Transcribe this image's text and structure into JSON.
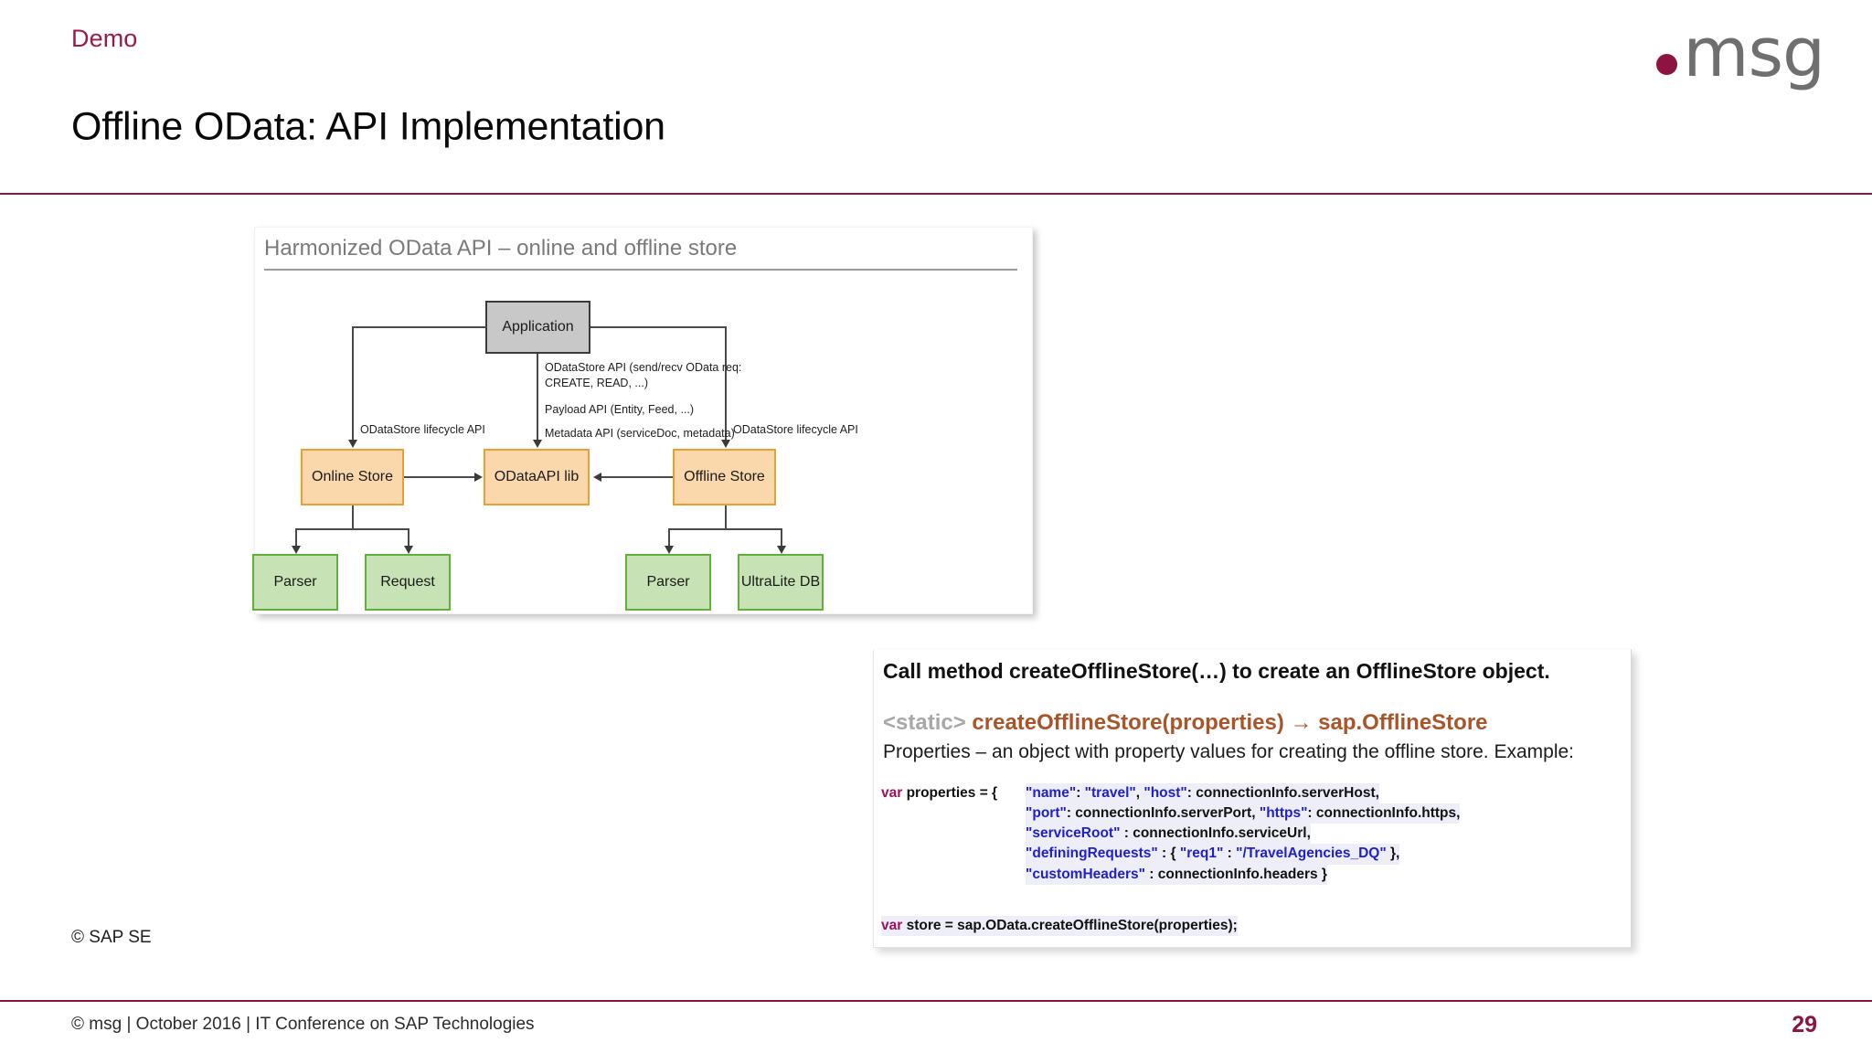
{
  "header": {
    "eyebrow": "Demo",
    "title": "Offline OData: API Implementation",
    "logo_wordmark": "msg",
    "accent_color": "#8d1340"
  },
  "diagram": {
    "title": "Harmonized OData API – online and offline store",
    "nodes": {
      "application": "Application",
      "online_store": "Online Store",
      "odata_api_lib": "ODataAPI lib",
      "offline_store": "Offline Store",
      "online_parser": "Parser",
      "online_request": "Request",
      "offline_parser": "Parser",
      "ultralite_db": "UltraLite DB"
    },
    "labels": {
      "odatastore_api": "ODataStore API (send/recv OData req:\nCREATE, READ, ...)",
      "payload_api": "Payload API (Entity, Feed, ...)",
      "metadata_api": "Metadata API (serviceDoc, metadata)",
      "lifecycle_left": "ODataStore lifecycle API",
      "lifecycle_right": "ODataStore lifecycle API"
    },
    "colors": {
      "application_fill": "#c8c8c8",
      "store_fill": "#fbd7ac",
      "store_border": "#e8a033",
      "leaf_fill": "#c7e3b5",
      "leaf_border": "#5fb13c"
    }
  },
  "api_panel": {
    "heading": "Call method createOfflineStore(…) to create an OfflineStore object.",
    "signature_static": "<static>",
    "signature_main": "createOfflineStore(properties) → sap.OfflineStore",
    "description": "Properties – an object with property values for creating the offline store. Example:",
    "code": {
      "line1_prefix": "var",
      "line1_rest": " properties = {",
      "line1_body_a": "\"name\"",
      "line1_body_b": ": ",
      "line1_body_c": "\"travel\"",
      "line1_body_d": ", ",
      "line1_body_e": "\"host\"",
      "line1_body_f": ": connectionInfo.serverHost,",
      "line2_a": "\"port\"",
      "line2_b": ": connectionInfo.serverPort, ",
      "line2_c": "\"https\"",
      "line2_d": ": connectionInfo.https,",
      "line3_a": "\"serviceRoot\"",
      "line3_b": " : connectionInfo.serviceUrl,",
      "line4_a": "\"definingRequests\"",
      "line4_b": " : { ",
      "line4_c": "\"req1\"",
      "line4_d": " : ",
      "line4_e": "\"/TravelAgencies_DQ\"",
      "line4_f": " },",
      "line5_a": "\"customHeaders\"",
      "line5_b": " : connectionInfo.headers }",
      "line6_prefix": "var",
      "line6_rest": " store = sap.OData.createOfflineStore(properties);"
    }
  },
  "footer": {
    "sap_credit": "© SAP SE",
    "left": "© msg | October 2016 | IT Conference on SAP Technologies",
    "page_number": "29"
  }
}
